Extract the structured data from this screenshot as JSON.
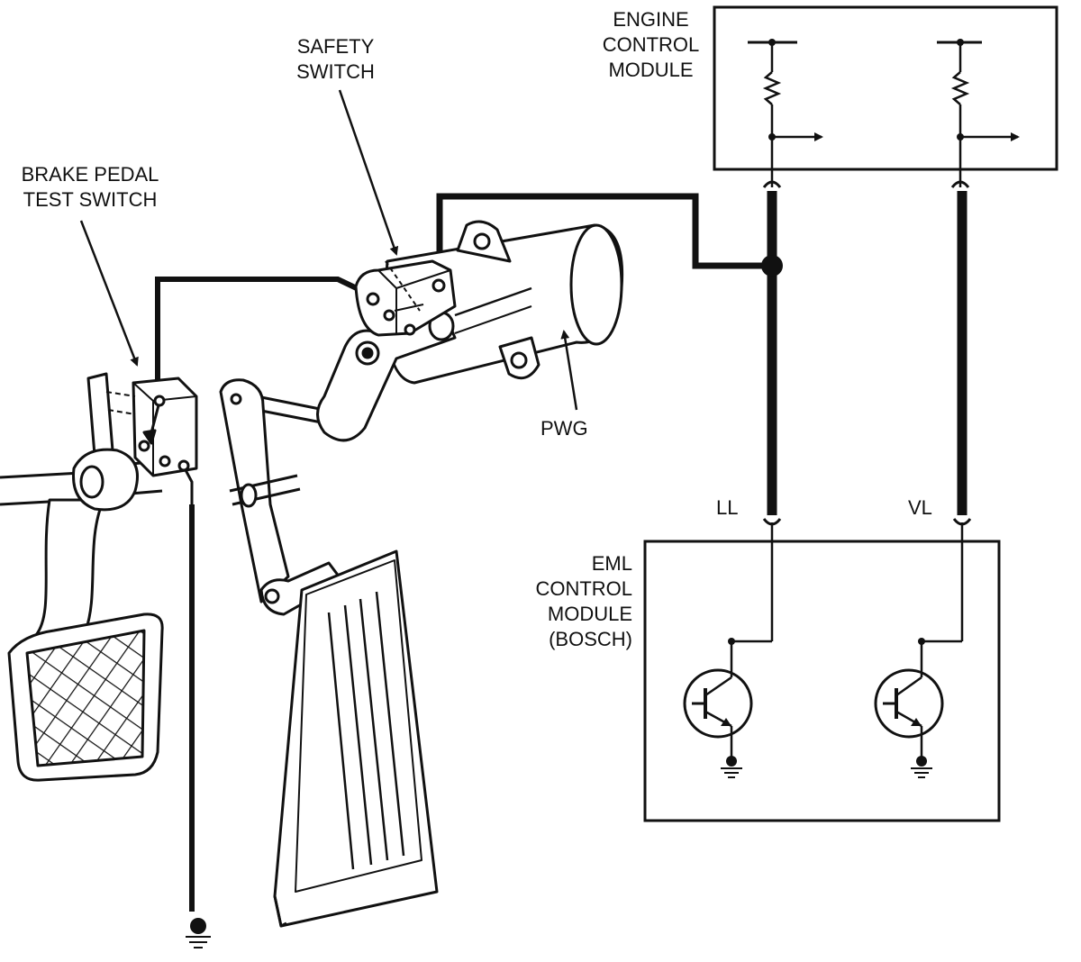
{
  "labels": {
    "ecm": [
      "ENGINE",
      "CONTROL",
      "MODULE"
    ],
    "safety_switch": [
      "SAFETY",
      "SWITCH"
    ],
    "brake_switch": [
      "BRAKE PEDAL",
      "TEST SWITCH"
    ],
    "pwg": "PWG",
    "ll": "LL",
    "vl": "VL",
    "eml": [
      "EML",
      "CONTROL",
      "MODULE",
      "(BOSCH)"
    ]
  },
  "colors": {
    "ink": "#111111",
    "paper": "#ffffff"
  }
}
